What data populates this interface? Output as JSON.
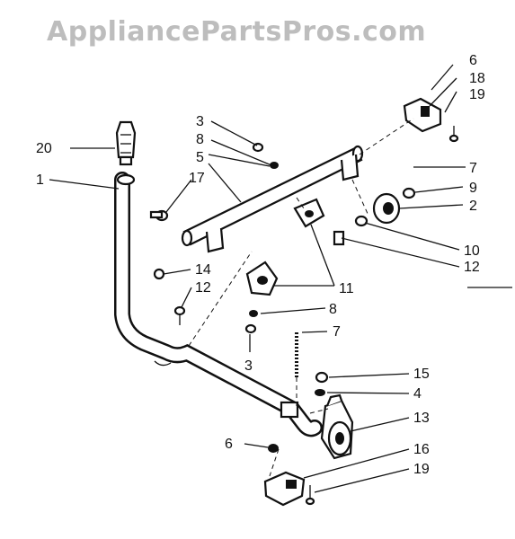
{
  "watermark": "AppliancePartsPros.com",
  "callouts": {
    "c1": "1",
    "c2": "2",
    "c3a": "3",
    "c3b": "3",
    "c4": "4",
    "c5": "5",
    "c6a": "6",
    "c6b": "6",
    "c7a": "7",
    "c7b": "7",
    "c8a": "8",
    "c8b": "8",
    "c9": "9",
    "c10": "10",
    "c11": "11",
    "c12a": "12",
    "c12b": "12",
    "c13": "13",
    "c14": "14",
    "c15": "15",
    "c16": "16",
    "c17": "17",
    "c18": "18",
    "c19a": "19",
    "c19b": "19",
    "c20": "20"
  }
}
